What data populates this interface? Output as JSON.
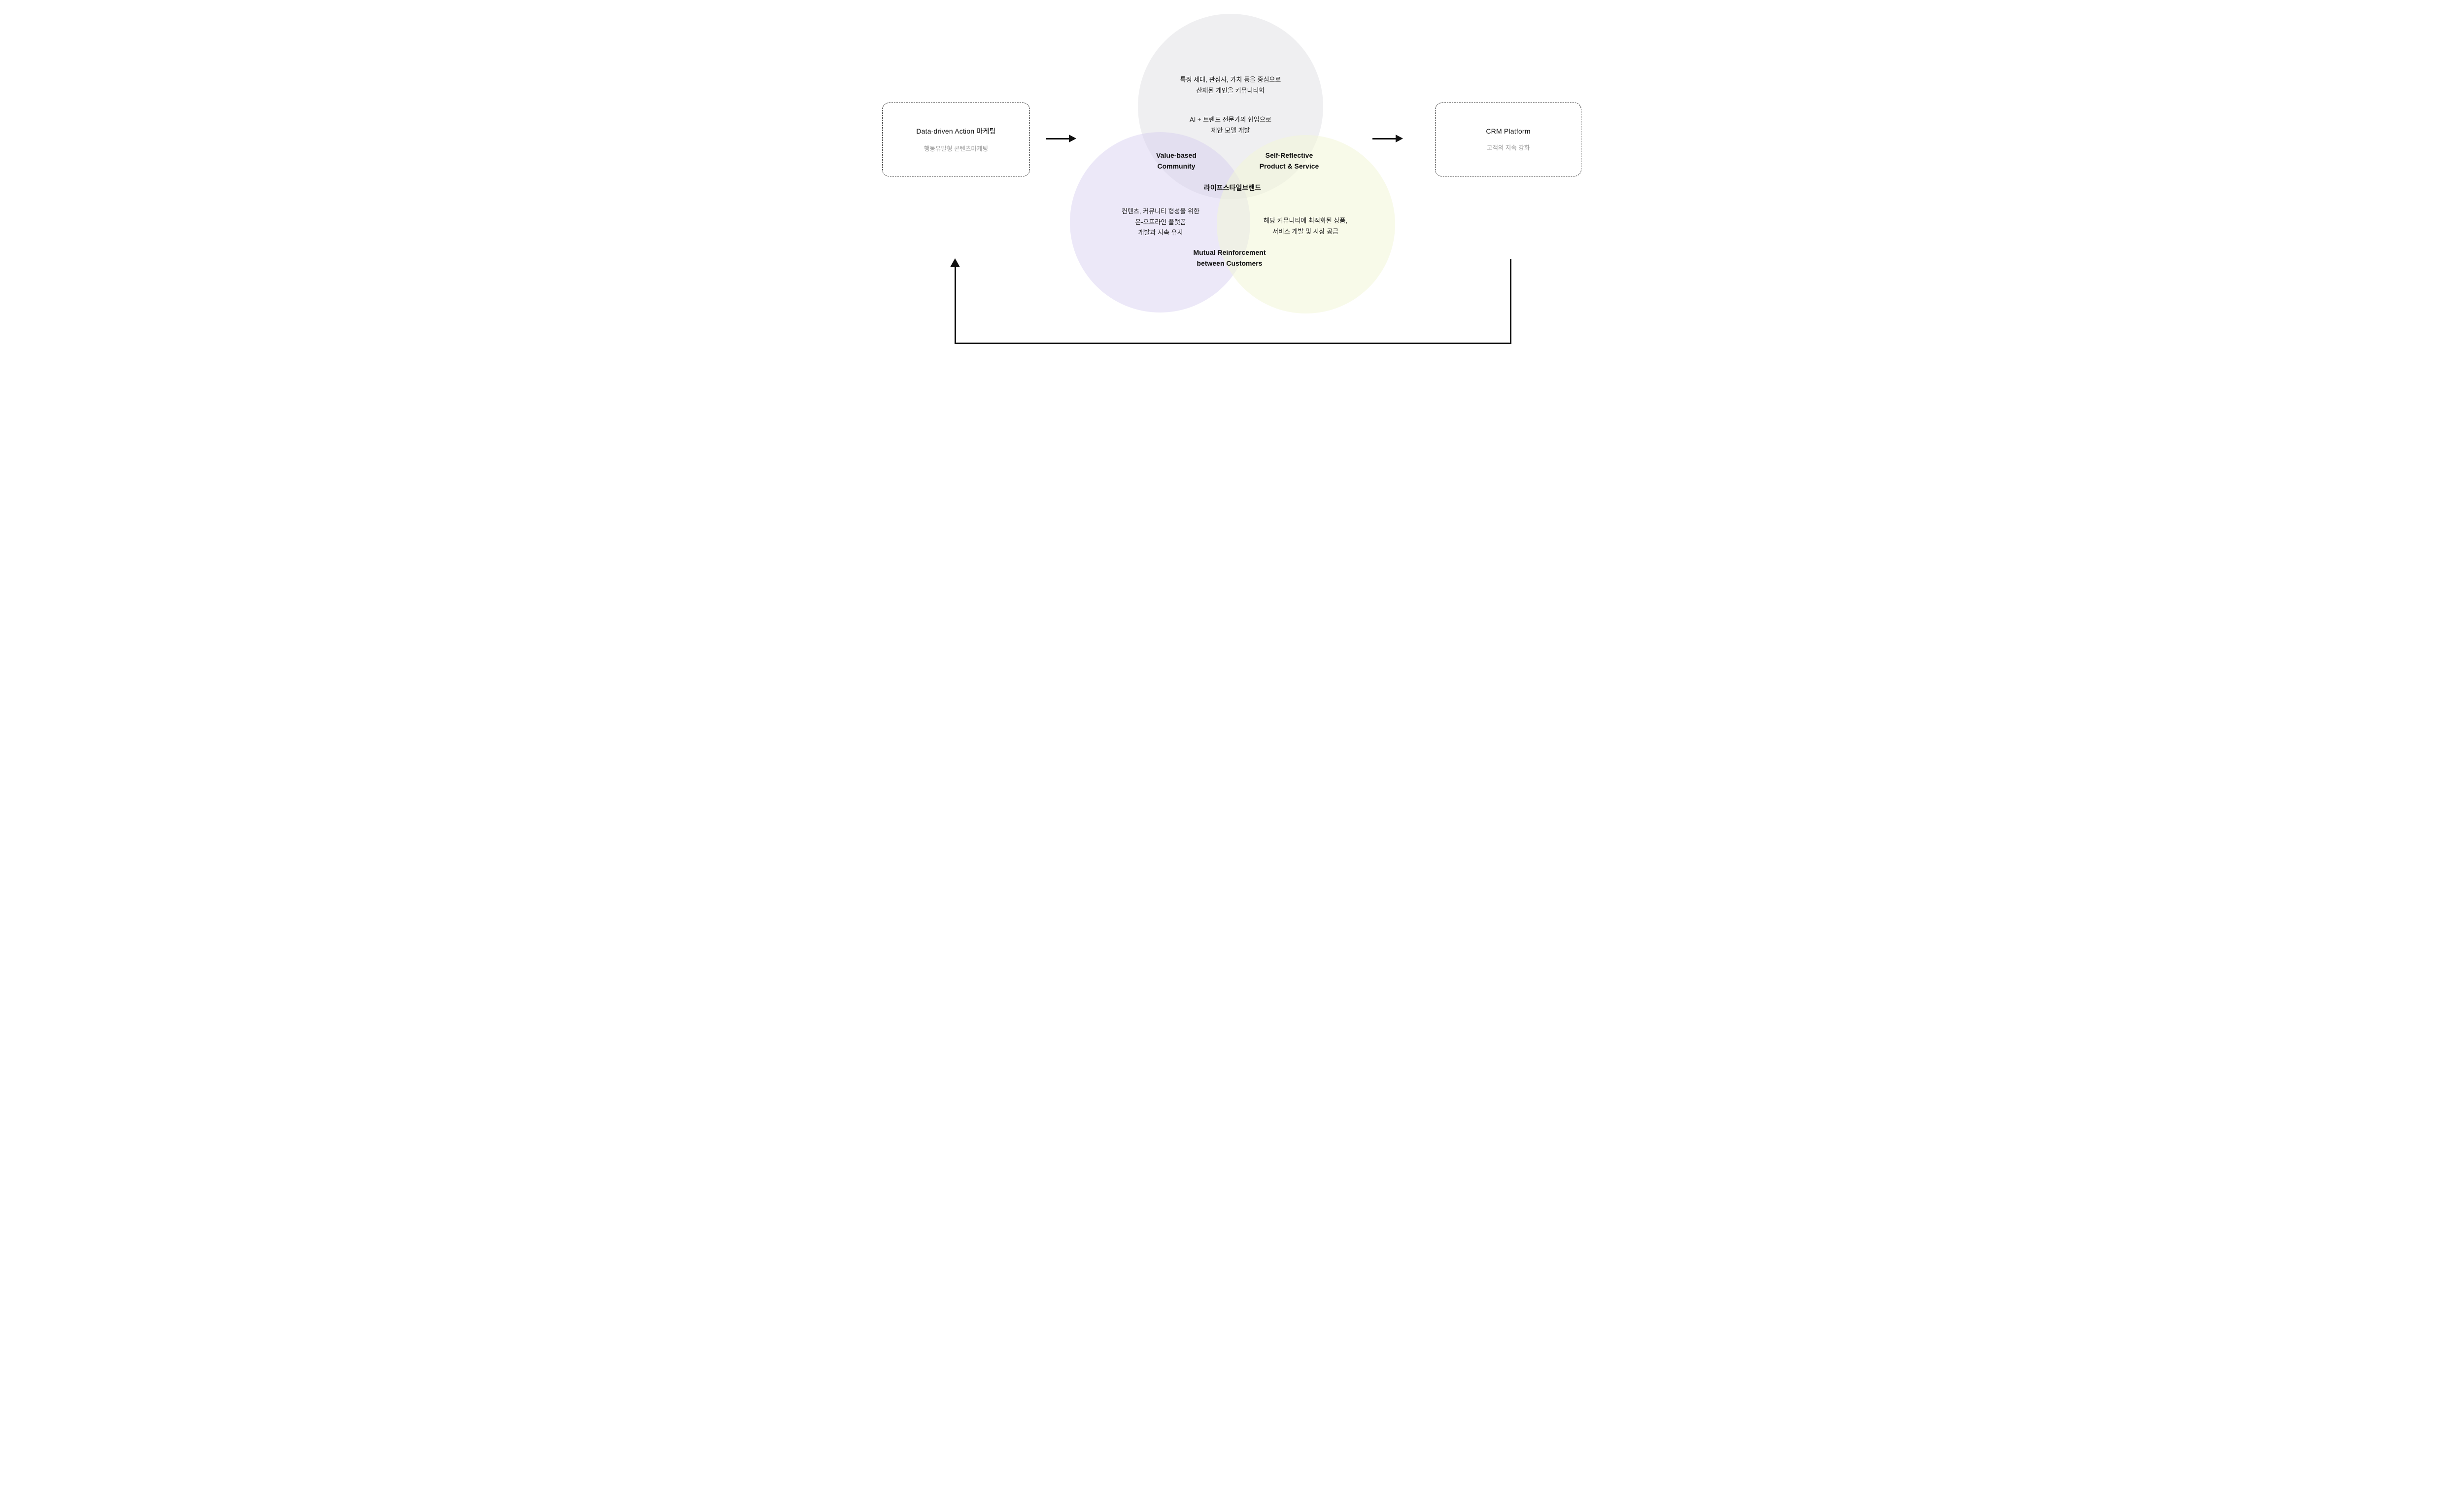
{
  "left_box": {
    "title": "Data-driven Action 마케팅",
    "subtitle": "행동유발형 콘텐츠마케팅"
  },
  "right_box": {
    "title": "CRM Platform",
    "subtitle": "고객의 지속 강화"
  },
  "venn": {
    "top_circle": {
      "color": "rgba(226,226,229,0.55)",
      "block1": {
        "line1": "특정 세대, 관심사, 가치 등을 중심으로",
        "line2": "산재된 개인을 커뮤니티화"
      },
      "block2": {
        "line1": "AI + 트렌드 전문가의 협업으로",
        "line2": "제안 모델 개발"
      }
    },
    "left_circle": {
      "color": "rgba(212,205,240,0.45)",
      "label": {
        "line1": "Value-based",
        "line2": "Community"
      },
      "block": {
        "line1": "컨텐츠, 커뮤니티 형성을 위한",
        "line2": "온-오프라인 플랫폼",
        "line3": "개발과 지속 유지"
      }
    },
    "right_circle": {
      "color": "rgba(242,246,215,0.55)",
      "label": {
        "line1": "Self-Reflective",
        "line2": "Product & Service"
      },
      "block": {
        "line1": "해당 커뮤니티에 최적화된 상품,",
        "line2": "서비스 개발 및 시장 공급"
      }
    },
    "center_label": "라이프스타일브랜드",
    "bottom_label": {
      "line1": "Mutual Reinforcement",
      "line2": "between Customers"
    }
  },
  "colors": {
    "line": "#111111",
    "box_border": "#1a1a1a",
    "subtitle_gray": "#9b9b9b"
  }
}
